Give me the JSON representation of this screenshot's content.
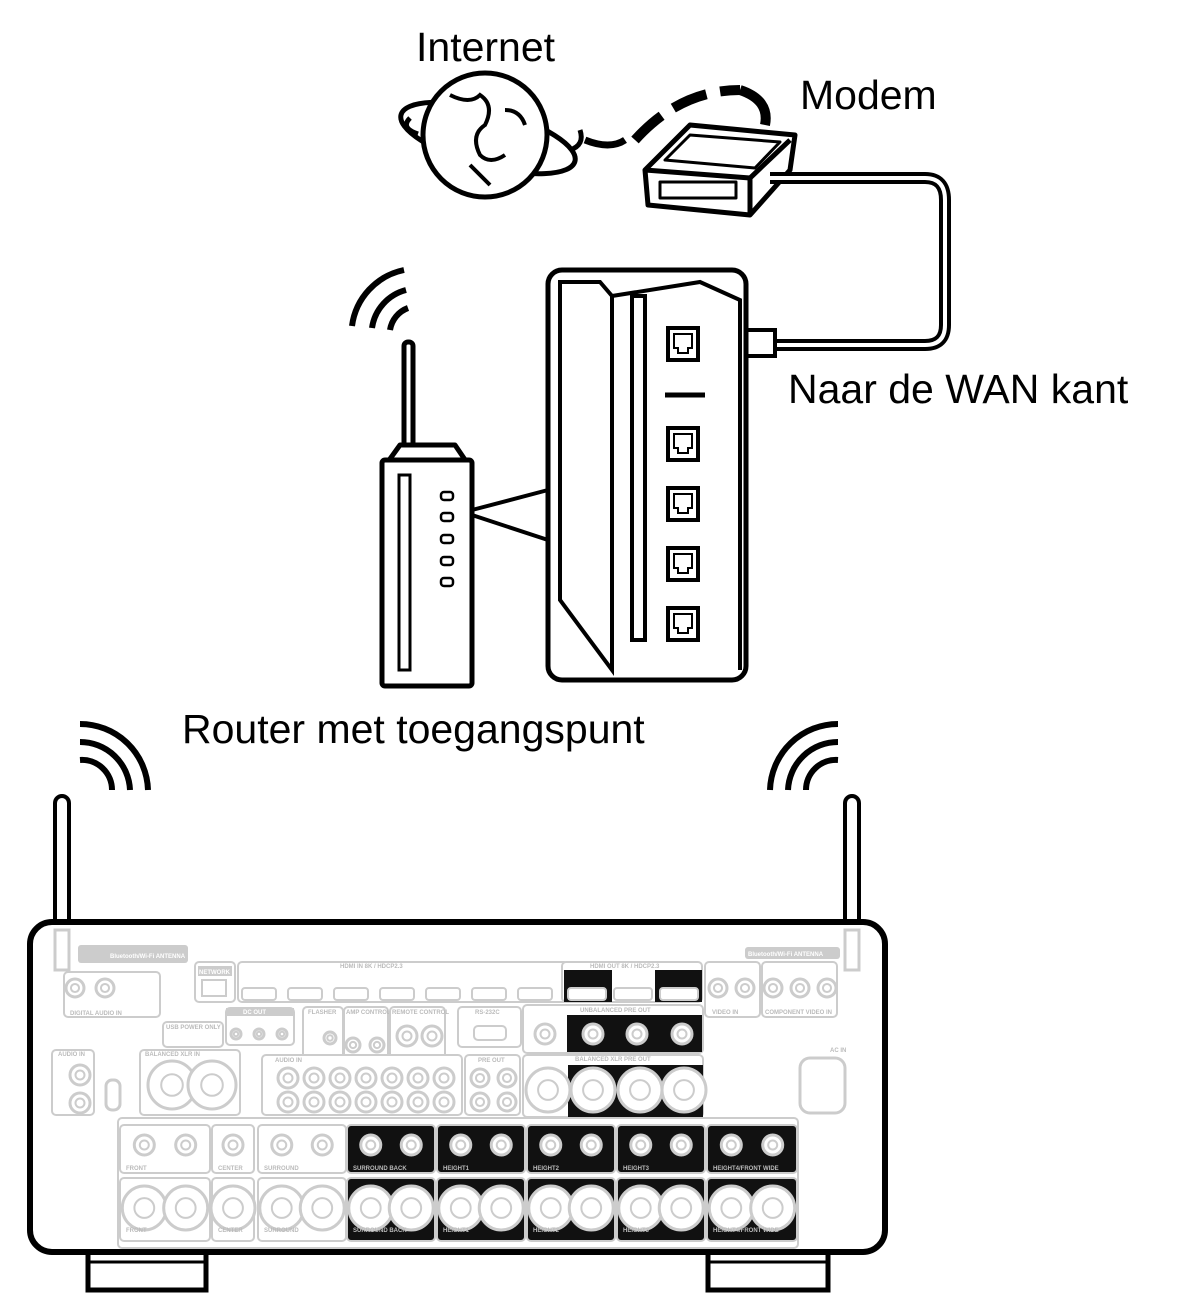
{
  "labels": {
    "internet": "Internet",
    "modem": "Modem",
    "wan_side": "Naar de WAN kant",
    "router": "Router met toegangspunt"
  },
  "receiver_panel": {
    "antenna_left": "Bluetooth/Wi-Fi ANTENNA",
    "antenna_right": "Bluetooth/Wi-Fi ANTENNA",
    "network": "NETWORK",
    "hdmi_in": "HDMI IN   8K / HDCP2.3",
    "hdmi_out": "HDMI OUT  8K / HDCP2.3",
    "digital_audio_in": "DIGITAL AUDIO IN",
    "dc_out": "DC OUT",
    "usb": "USB POWER ONLY",
    "flasher": "FLASHER",
    "amp_control": "AMP CONTROL",
    "remote_control": "REMOTE CONTROL",
    "rs232c": "RS-232C",
    "unbalanced_pre_out": "UNBALANCED PRE OUT",
    "balanced_xlr_pre_out": "BALANCED XLR PRE OUT",
    "balanced_xlr_in": "BALANCED XLR IN",
    "audio_in": "AUDIO IN",
    "pre_out": "PRE OUT",
    "video_in": "VIDEO IN",
    "component_video_in": "COMPONENT VIDEO IN",
    "ac_in": "AC IN",
    "front": "FRONT",
    "center": "CENTER",
    "surround": "SURROUND",
    "surround_back": "SURROUND BACK",
    "height1": "HEIGHT1",
    "height2": "HEIGHT2",
    "height3": "HEIGHT3",
    "height4": "HEIGHT4/FRONT WIDE"
  },
  "colors": {
    "line": "#000000",
    "panel": "#cccccc",
    "highlight": "#111111"
  }
}
